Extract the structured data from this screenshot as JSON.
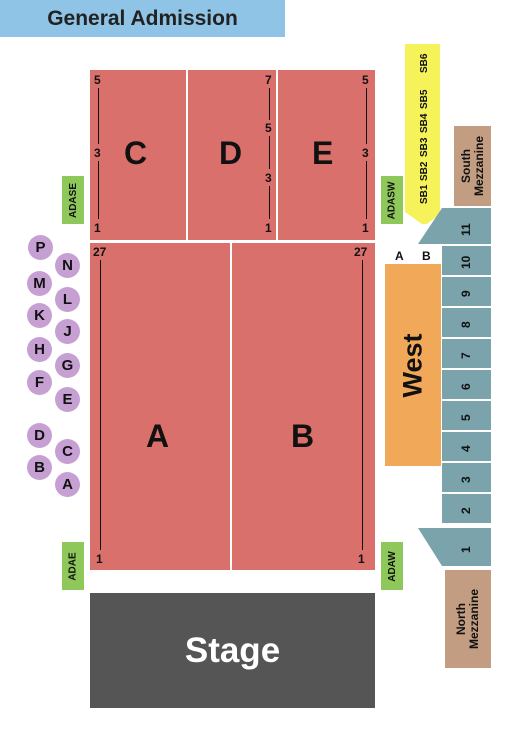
{
  "general_admission": "General Admission",
  "floor_sections": {
    "C": {
      "label": "C",
      "rows": [
        "5",
        "3",
        "1"
      ]
    },
    "D": {
      "label": "D",
      "rows": [
        "7",
        "5",
        "3",
        "1"
      ]
    },
    "E": {
      "label": "E",
      "rows": [
        "5",
        "3",
        "1"
      ]
    },
    "A": {
      "label": "A",
      "rows": [
        "27",
        "1"
      ]
    },
    "B": {
      "label": "B",
      "rows": [
        "27",
        "1"
      ]
    }
  },
  "ada": {
    "adase": "ADASE",
    "adasw": "ADASW",
    "adae": "ADAE",
    "adaw": "ADAW"
  },
  "tables": [
    "P",
    "N",
    "M",
    "L",
    "K",
    "J",
    "H",
    "G",
    "F",
    "E",
    "D",
    "C",
    "B",
    "A"
  ],
  "sb": [
    "SB1",
    "SB2",
    "SB3",
    "SB4",
    "SB5",
    "SB6"
  ],
  "west": {
    "label": "West",
    "row_a": "A",
    "row_b": "B"
  },
  "balcony_sections": [
    "11",
    "10",
    "9",
    "8",
    "7",
    "6",
    "5",
    "4",
    "3",
    "2",
    "1"
  ],
  "south_mezzanine": {
    "line1": "South",
    "line2": "Mezzanine"
  },
  "north_mezzanine": {
    "line1": "North",
    "line2": "Mezzanine"
  },
  "stage": "Stage",
  "colors": {
    "floor": "#da706c",
    "ga": "#8fc4e6",
    "ada": "#8fc85a",
    "tables": "#c7a0d3",
    "sb": "#f5f25a",
    "west": "#f1a959",
    "balcony": "#7aa3ab",
    "mezzanine": "#c29d82",
    "stage": "#555555"
  }
}
